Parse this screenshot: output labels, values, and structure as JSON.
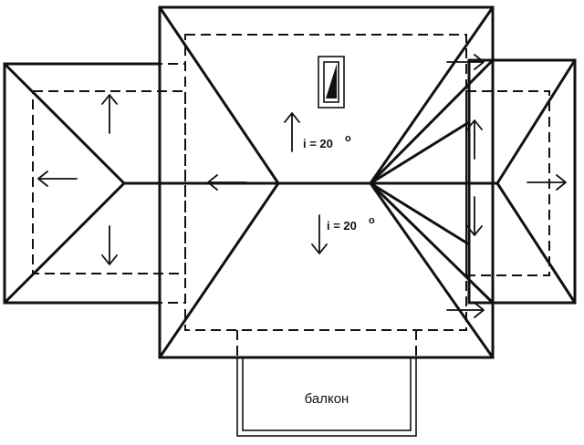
{
  "labels": {
    "slope_upper": "i = 20",
    "slope_lower": "i = 20",
    "degree_mark": "o",
    "balcony": "балкон"
  },
  "colors": {
    "line": "#111111",
    "background": "#ffffff"
  }
}
